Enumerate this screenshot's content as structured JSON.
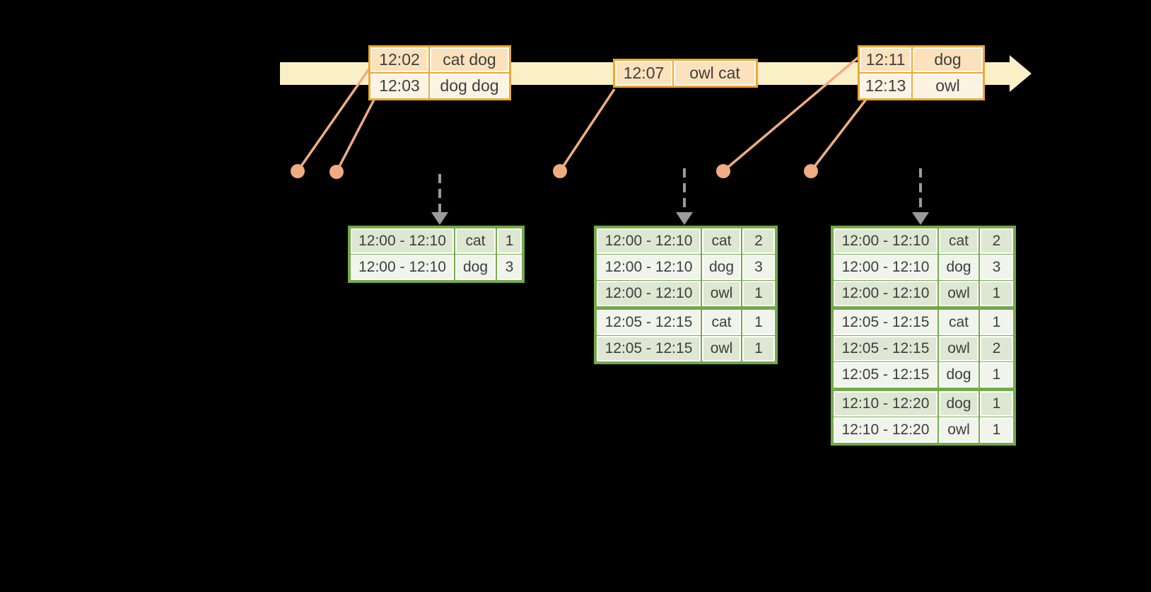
{
  "colors": {
    "background": "#000000",
    "timeline_band": "#faf0c8",
    "event_border": "#f0a72f",
    "event_fill_dark": "#fbe2bc",
    "event_fill_light": "#fdf3e3",
    "connector_salmon": "#efac82",
    "result_border": "#73aa48",
    "result_fill_dark": "#dde7d2",
    "result_fill_light": "#f0f4eb",
    "trigger_arrow_gray": "#9b9b9b",
    "text": "#3e3e3e"
  },
  "event_tables": [
    {
      "rows": [
        {
          "time": "12:02",
          "words": "cat dog"
        },
        {
          "time": "12:03",
          "words": "dog dog"
        }
      ]
    },
    {
      "rows": [
        {
          "time": "12:07",
          "words": "owl cat"
        }
      ]
    },
    {
      "rows": [
        {
          "time": "12:11",
          "words": "dog"
        },
        {
          "time": "12:13",
          "words": "owl"
        }
      ]
    }
  ],
  "result_tables": [
    {
      "rows": [
        {
          "window": "12:00 - 12:10",
          "word": "cat",
          "count": "1"
        },
        {
          "window": "12:00 - 12:10",
          "word": "dog",
          "count": "3"
        }
      ]
    },
    {
      "rows": [
        {
          "window": "12:00 - 12:10",
          "word": "cat",
          "count": "2"
        },
        {
          "window": "12:00 - 12:10",
          "word": "dog",
          "count": "3"
        },
        {
          "window": "12:00 - 12:10",
          "word": "owl",
          "count": "1"
        },
        {
          "window": "12:05 - 12:15",
          "word": "cat",
          "count": "1"
        },
        {
          "window": "12:05 - 12:15",
          "word": "owl",
          "count": "1"
        }
      ]
    },
    {
      "rows": [
        {
          "window": "12:00 - 12:10",
          "word": "cat",
          "count": "2"
        },
        {
          "window": "12:00 - 12:10",
          "word": "dog",
          "count": "3"
        },
        {
          "window": "12:00 - 12:10",
          "word": "owl",
          "count": "1"
        },
        {
          "window": "12:05 - 12:15",
          "word": "cat",
          "count": "1"
        },
        {
          "window": "12:05 - 12:15",
          "word": "owl",
          "count": "2"
        },
        {
          "window": "12:05 - 12:15",
          "word": "dog",
          "count": "1"
        },
        {
          "window": "12:10 - 12:20",
          "word": "dog",
          "count": "1"
        },
        {
          "window": "12:10 - 12:20",
          "word": "owl",
          "count": "1"
        }
      ]
    }
  ]
}
